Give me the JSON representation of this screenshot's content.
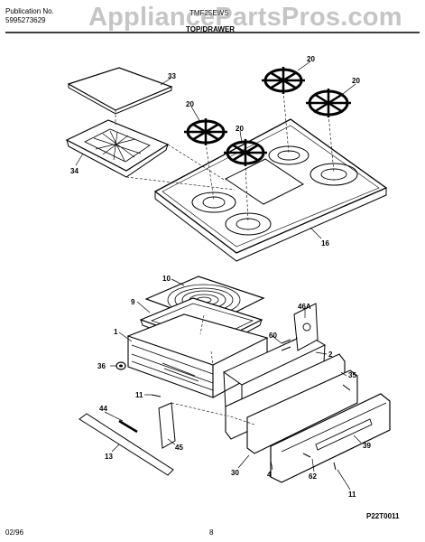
{
  "header": {
    "publication_label": "Publication No.",
    "publication_number": "5995273629",
    "model": "TMF25EWS",
    "section_title": "TOP/DRAWER"
  },
  "watermark": "AppliancePartsPros.com",
  "callouts": {
    "c33": "33",
    "c34": "34",
    "c20a": "20",
    "c20b": "20",
    "c20c": "20",
    "c20d": "20",
    "c16": "16",
    "c10": "10",
    "c9": "9",
    "c1": "1",
    "c36": "36",
    "c46a": "46A",
    "c60": "60",
    "c2": "2",
    "c35": "35",
    "c11a": "11",
    "c44": "44",
    "c45": "45",
    "c13": "13",
    "c30": "30",
    "c4": "4",
    "c62": "62",
    "c39": "39",
    "c11b": "11"
  },
  "diagram_code": "P22T0011",
  "footer": {
    "date": "02/96",
    "page": "8"
  },
  "colors": {
    "watermark": "#969696",
    "line": "#000000"
  }
}
